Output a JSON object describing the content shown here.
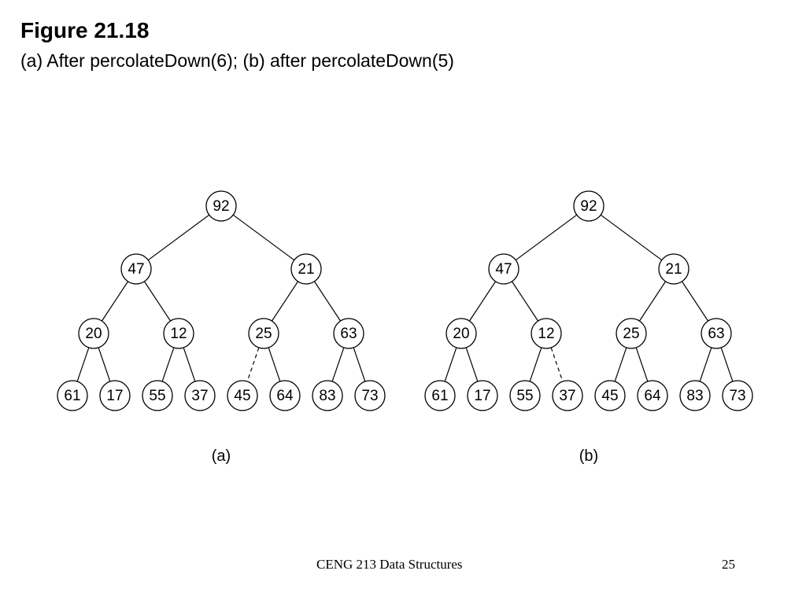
{
  "slide": {
    "title": "Figure 21.18",
    "subtitle": "(a) After percolateDown(6); (b) after percolateDown(5)"
  },
  "panels": [
    {
      "label": "(a)",
      "nodes": [
        "92",
        "47",
        "21",
        "20",
        "12",
        "25",
        "63",
        "61",
        "17",
        "55",
        "37",
        "45",
        "64",
        "83",
        "73"
      ],
      "dashed_edge_to": "45"
    },
    {
      "label": "(b)",
      "nodes": [
        "92",
        "47",
        "21",
        "20",
        "12",
        "25",
        "63",
        "61",
        "17",
        "55",
        "37",
        "45",
        "64",
        "83",
        "73"
      ],
      "dashed_edge_to": "37"
    }
  ],
  "footer": {
    "course": "CENG 213 Data Structures",
    "page": "25"
  }
}
